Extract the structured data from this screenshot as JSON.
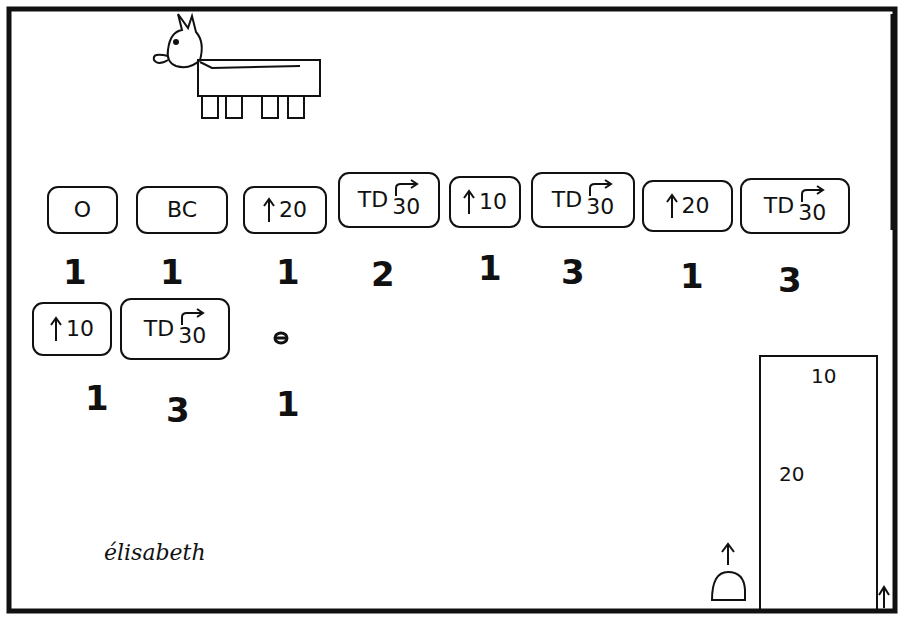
{
  "diagram": {
    "nodes": [
      {
        "text": [
          "O"
        ]
      },
      {
        "text": [
          "BC"
        ]
      },
      {
        "text": [
          "20"
        ]
      },
      {
        "text": [
          "TD",
          "30"
        ]
      },
      {
        "text": [
          "10"
        ]
      },
      {
        "text": [
          "TD",
          "30"
        ]
      },
      {
        "text": [
          "20"
        ]
      },
      {
        "text": [
          "TD",
          "30"
        ]
      },
      {
        "text": [
          "10"
        ]
      },
      {
        "text": [
          "TD",
          "30"
        ]
      }
    ],
    "labels": [
      "1",
      "1",
      "1",
      "2",
      "1",
      "3",
      "1",
      "3",
      "1",
      "3",
      "1",
      "10",
      "20",
      "élisabeth"
    ]
  }
}
